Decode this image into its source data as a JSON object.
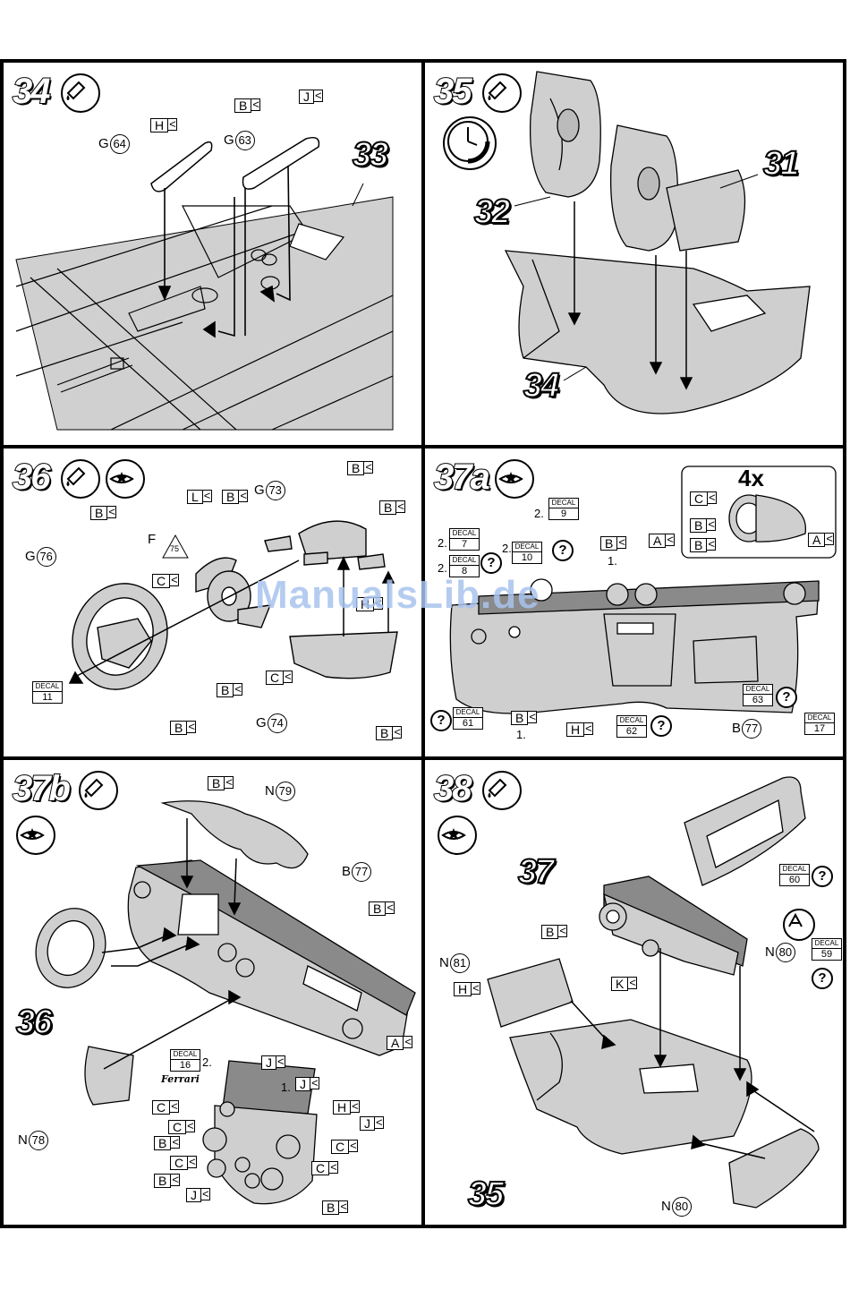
{
  "steps": {
    "s34": {
      "number": "34",
      "parts": {
        "p33": "33"
      },
      "refs": {
        "g64": "64",
        "g63": "63",
        "g_letter": "G"
      },
      "tags": {
        "h": "H",
        "b": "B",
        "j": "J"
      }
    },
    "s35": {
      "number": "35",
      "parts": {
        "p31": "31",
        "p32": "32",
        "p34": "34"
      }
    },
    "s36": {
      "number": "36",
      "refs": {
        "g76": "76",
        "g73": "73",
        "g74": "74",
        "g_letter": "G",
        "f75": "75",
        "f_letter": "F"
      },
      "tags": {
        "b": "B",
        "l": "L",
        "c": "C",
        "h": "H"
      },
      "decal": {
        "label": "DECAL",
        "number": "11"
      }
    },
    "s37a": {
      "number": "37a",
      "count": "4x",
      "b77": "77",
      "b_letter": "B",
      "order1": "1.",
      "order2": "2.",
      "decals": [
        {
          "label": "DECAL",
          "number": "9"
        },
        {
          "label": "DECAL",
          "number": "7"
        },
        {
          "label": "DECAL",
          "number": "10"
        },
        {
          "label": "DECAL",
          "number": "8"
        },
        {
          "label": "DECAL",
          "number": "61"
        },
        {
          "label": "DECAL",
          "number": "62"
        },
        {
          "label": "DECAL",
          "number": "63"
        },
        {
          "label": "DECAL",
          "number": "17"
        }
      ],
      "tags": {
        "a": "A",
        "b": "B",
        "c": "C",
        "h": "H"
      },
      "q": "?"
    },
    "s37b": {
      "number": "37b",
      "part36": "36",
      "n79": "79",
      "n78": "78",
      "n_letter": "N",
      "b77": "77",
      "b_letter": "B",
      "decal": {
        "label": "DECAL",
        "number": "16"
      },
      "ferrari": "Ferrari",
      "order1": "1.",
      "order2": "2.",
      "tags": {
        "b": "B",
        "j": "J",
        "h": "H",
        "a": "A",
        "c": "C"
      }
    },
    "s38": {
      "number": "38",
      "part37": "37",
      "part35": "35",
      "n81": "81",
      "n80a": "80",
      "n80b": "80",
      "n_letter": "N",
      "decals": [
        {
          "label": "DECAL",
          "number": "60"
        },
        {
          "label": "DECAL",
          "number": "59"
        }
      ],
      "tags": {
        "b": "B",
        "h": "H",
        "k": "K"
      },
      "q": "?"
    }
  },
  "watermark": "ManualsLib.de",
  "colors": {
    "part_fill": "#cfcfcf",
    "part_dark": "#8a8a8a",
    "line": "#000000",
    "watermark": "#a9c4ee"
  }
}
